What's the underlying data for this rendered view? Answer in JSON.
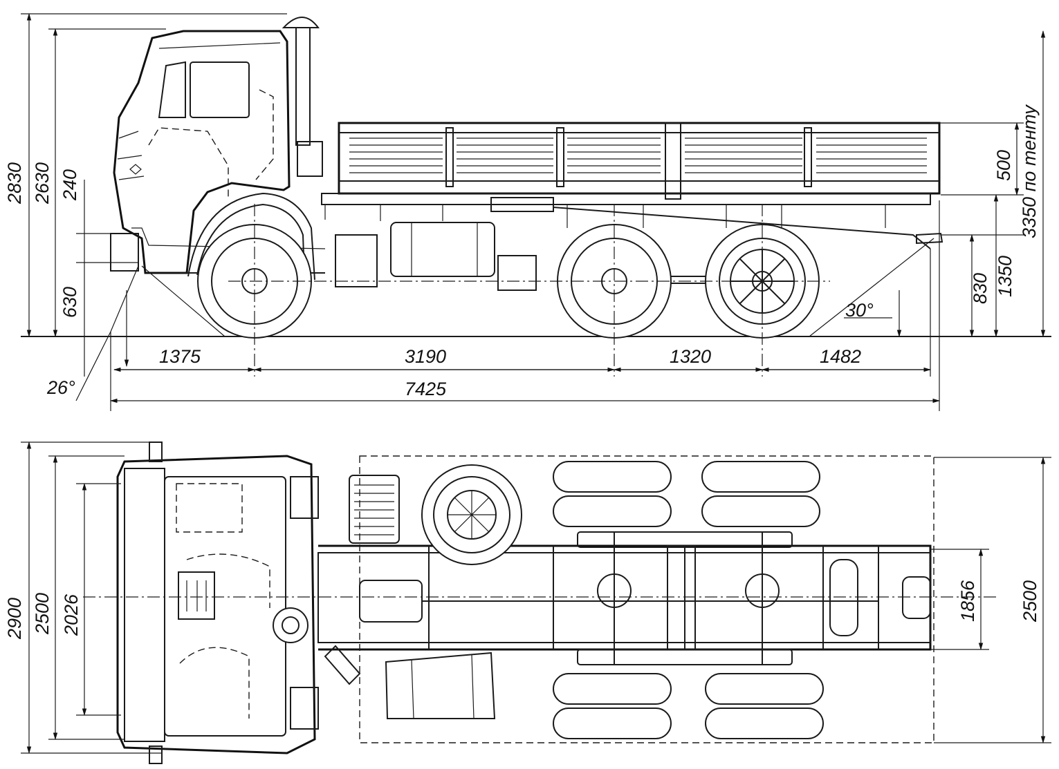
{
  "side_view": {
    "heights": {
      "overall_2830": "2830",
      "cab_2630": "2630",
      "bumper_240": "240",
      "bumper_630": "630",
      "side_500": "500",
      "tent_3350": "3350 по тенту",
      "platform_1350": "1350",
      "rear_830": "830"
    },
    "lengths": {
      "front_overhang": "1375",
      "wheelbase": "3190",
      "bogie": "1320",
      "rear_overhang": "1482",
      "overall": "7425"
    },
    "angles": {
      "approach": "26°",
      "departure": "30°"
    }
  },
  "top_view": {
    "widths": {
      "overall": "2900",
      "cab": "2500",
      "front_track": "2026",
      "frame": "1856",
      "platform": "2500"
    }
  },
  "icons": [
    "truck-side-view",
    "truck-top-view"
  ]
}
